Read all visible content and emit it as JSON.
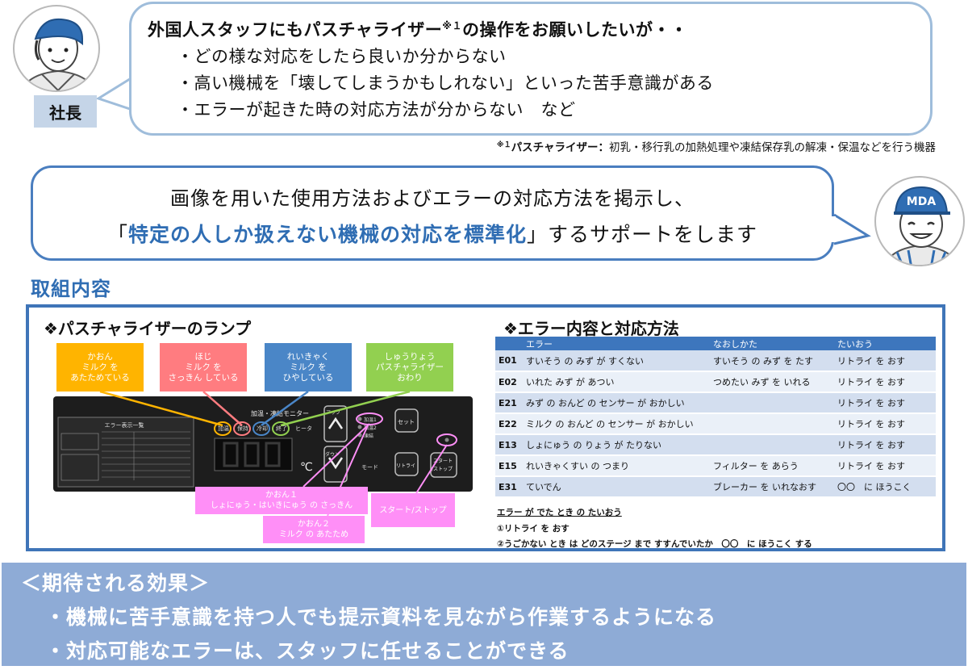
{
  "header": {
    "role_tag": "社長",
    "title_pre": "外国人スタッフにもパスチャライザー",
    "title_sup": "※１",
    "title_post": "の操作をお願いしたいが・・",
    "bullets": [
      "・どの様な対応をしたら良いか分からない",
      "・高い機械を「壊してしまうかもしれない」といった苦手意識がある",
      "・エラーが起きた時の対応方法が分からない　など"
    ],
    "footnote_sup": "※１",
    "footnote_term": "パスチャライザー：",
    "footnote_desc": "初乳・移行乳の加熱処理や凍結保存乳の解凍・保温などを行う機器"
  },
  "support": {
    "line1": "画像を用いた使用方法およびエラーの対応方法を掲示し、",
    "line2_pre": "「",
    "line2_highlight": "特定の人しか扱えない機械の対応を標準化",
    "line2_post": "」するサポートをします",
    "mda_label": "MDA"
  },
  "initiative": {
    "section_title": "取組内容",
    "lamp_heading": "❖パスチャライザーのランプ",
    "lamp_labels": [
      {
        "l1": "かおん",
        "l2": "ミルク を",
        "l3": "あたためている"
      },
      {
        "l1": "ほじ",
        "l2": "ミルク を",
        "l3": "さっきん している"
      },
      {
        "l1": "れいきゃく",
        "l2": "ミルク を",
        "l3": "ひやしている"
      },
      {
        "l1": "しゅうりょう",
        "l2": "パスチャライザー",
        "l3": "おわり"
      }
    ],
    "callouts": {
      "pasteurize1_l1": "かおん１",
      "pasteurize1_l2": "しょにゅう・はいきにゅう の さっきん",
      "pasteurize2_l1": "かおん２",
      "pasteurize2_l2": "ミルク の あたため",
      "startstop": "スタート/ストップ"
    },
    "device": {
      "monitor_label": "加温・凍結モニター",
      "lamps": [
        "加温",
        "保持",
        "冷却",
        "終了"
      ],
      "heater": "ヒータ",
      "unit": "℃",
      "btn_up": "アップ",
      "btn_down": "ダウン",
      "btn_mode": "モード",
      "btn_set": "セット",
      "btn_retry": "リトライ",
      "btn_start": "スタート",
      "btn_stop": "/ストップ",
      "sel1": "加温1",
      "sel2": "加温2",
      "sel3": "凍結",
      "err_list": "エラー表示一覧"
    },
    "error_heading": "❖エラー内容と対応方法",
    "table": {
      "headers": [
        "",
        "エラー",
        "なおしかた",
        "たいおう"
      ],
      "rows": [
        [
          "E01",
          "すいそう の みず が すくない",
          "すいそう の みず を たす",
          "リトライ を おす"
        ],
        [
          "E02",
          "いれた みず が あつい",
          "つめたい みず を いれる",
          "リトライ を おす"
        ],
        [
          "E21",
          "みず の おんど の センサー が おかしい",
          "",
          "リトライ を おす"
        ],
        [
          "E22",
          "ミルク の おんど の センサー が おかしい",
          "",
          "リトライ を おす"
        ],
        [
          "E13",
          "しょにゅう の りょう が たりない",
          "",
          "リトライ を おす"
        ],
        [
          "E15",
          "れいきゃくすい の つまり",
          "フィルター を あらう",
          "リトライ を おす"
        ],
        [
          "E31",
          "ていでん",
          "ブレーカー を いれなおす",
          "〇〇　に ほうこく"
        ]
      ]
    },
    "error_steps_heading": "エラー が でた とき の たいおう",
    "error_steps": [
      "①リトライ を おす",
      "②うごかない とき は どのステージ まで すすんでいたか　〇〇　に ほうこく する"
    ]
  },
  "effects": {
    "title": "＜期待される効果＞",
    "lines": [
      "・機械に苦手意識を持つ人でも提示資料を見ながら作業するようになる",
      "・対応可能なエラーは、スタッフに任せることができる"
    ]
  },
  "colors": {
    "accent_blue": "#2f6db3",
    "bubble_border_light": "#9fbddb",
    "panel_border": "#3f75b8",
    "lamp_warm": "#ffb400",
    "lamp_thaw": "#ff7c80",
    "lamp_cool": "#4a86c7",
    "lamp_done": "#92d050",
    "callout_pink": "#ff8ff7",
    "effects_band": "#8eabd6"
  }
}
